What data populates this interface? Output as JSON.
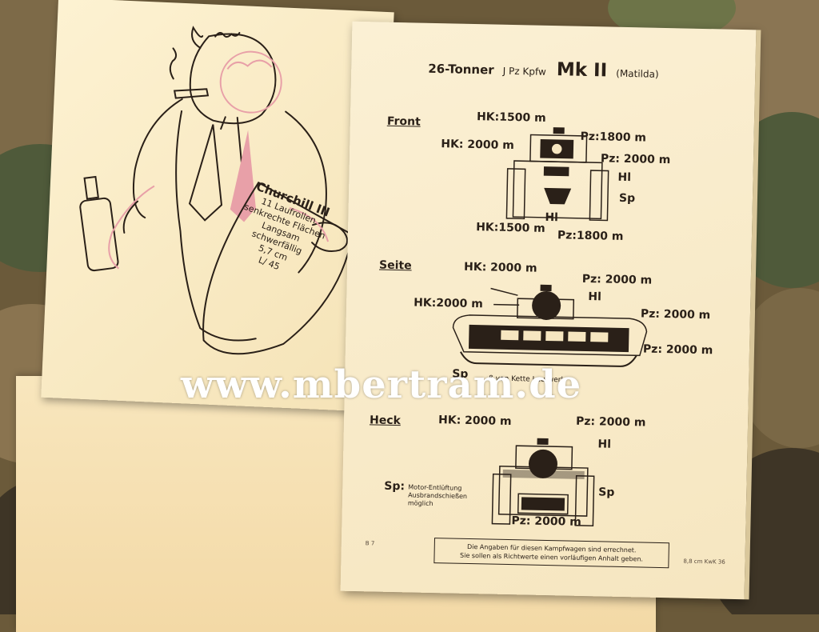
{
  "colors": {
    "camo_tan": "#7a6846",
    "camo_green": "#4f5a3a",
    "camo_dark": "#3e3526",
    "paper": "#fbf0d4",
    "ink": "#2a2018",
    "pink": "#e8a0a8",
    "watermark": "#ffffff"
  },
  "caricature": {
    "sign_title": "Churchill III",
    "sign_lines": [
      "11 Laufrollen",
      "senkrechte Flächen",
      "Langsam",
      "schwerfällig",
      "5,7 cm",
      "L/ 45"
    ]
  },
  "sheet": {
    "title_class": "26-Tonner",
    "title_type": "J Pz Kpfw",
    "title_model": "Mk II",
    "title_name": "(Matilda)"
  },
  "front": {
    "label": "Front",
    "c1": "HK:1500 m",
    "c2": "Pz:1800 m",
    "c3": "HK: 2000 m",
    "c4": "Pz: 2000 m",
    "c5": "Hl",
    "c6": "Sp",
    "c7": "Hl",
    "c8": "HK:1500 m",
    "c9": "Pz:1800 m"
  },
  "side": {
    "label": "Seite",
    "c1": "HK: 2000 m",
    "c2": "Pz: 2000 m",
    "c3": "Hl",
    "c4": "HK:2000 m",
    "c5": "Pz: 2000 m",
    "c6": "Pz: 2000 m",
    "c7": "Sp",
    "c8": "ß von Kette Laufwerk"
  },
  "rear": {
    "label": "Heck",
    "c1": "HK: 2000 m",
    "c2": "Pz: 2000 m",
    "c3": "Hl",
    "c4": "Sp:",
    "c5": "Sp",
    "c6": "Pz: 2000 m",
    "note_lines": [
      "Motor-Entlüftung",
      "Ausbrandschießen",
      "möglich"
    ]
  },
  "footer": {
    "line1": "Die Angaben für diesen Kampfwagen sind errechnet.",
    "line2": "Sie sollen als Richtwerte einen vorläufigen Anhalt geben."
  },
  "page_left_num": "B 7",
  "page_right_num": "8,8 cm KwK 36",
  "watermark": "www.mbertram.de"
}
